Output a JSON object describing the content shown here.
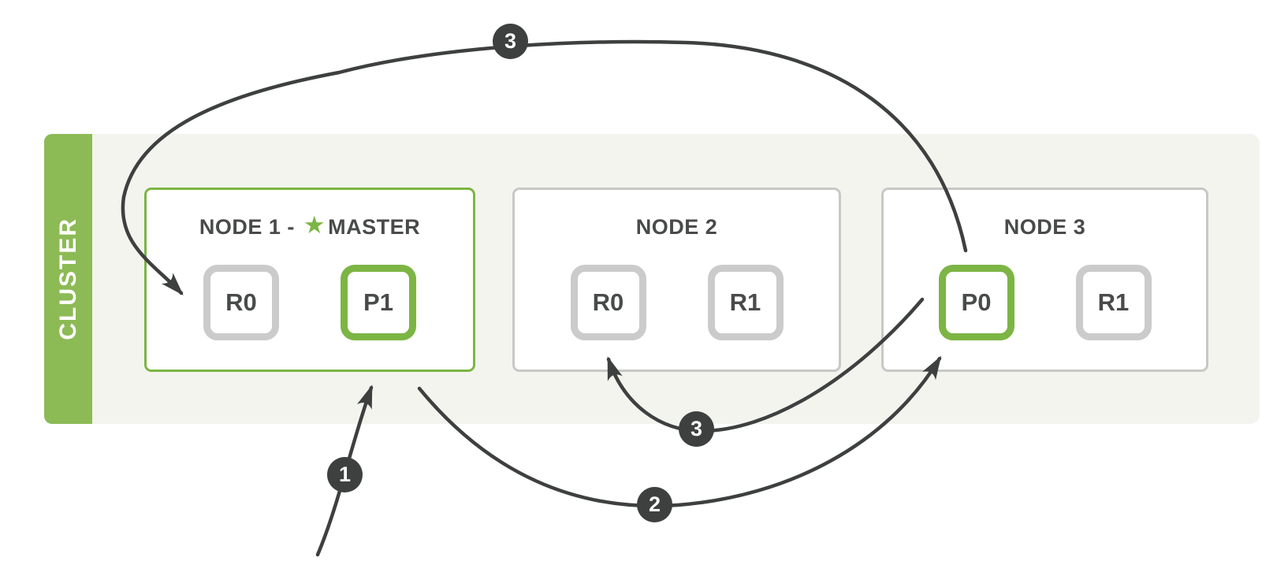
{
  "diagram": {
    "cluster": {
      "label": "CLUSTER"
    },
    "icons": {
      "master_star": "★"
    },
    "nodes": [
      {
        "title_prefix": "NODE 1 -",
        "master_label": "MASTER",
        "is_master": true,
        "shards": [
          {
            "label": "R0",
            "primary": false
          },
          {
            "label": "P1",
            "primary": true
          }
        ]
      },
      {
        "title": "NODE 2",
        "is_master": false,
        "shards": [
          {
            "label": "R0",
            "primary": false
          },
          {
            "label": "R1",
            "primary": false
          }
        ]
      },
      {
        "title": "NODE 3",
        "is_master": false,
        "shards": [
          {
            "label": "P0",
            "primary": true
          },
          {
            "label": "R1",
            "primary": false
          }
        ]
      }
    ],
    "steps": [
      {
        "badge": "1"
      },
      {
        "badge": "2"
      },
      {
        "badge": "3"
      },
      {
        "badge": "3"
      }
    ],
    "colors": {
      "green": "#7cb544",
      "tab_green": "#8cba55",
      "panel_bg": "#f3f4ee",
      "gray_border": "#c8c8c5",
      "shard_gray": "#cbcbcb",
      "arrow": "#3e4040",
      "text": "#494a4a"
    }
  }
}
